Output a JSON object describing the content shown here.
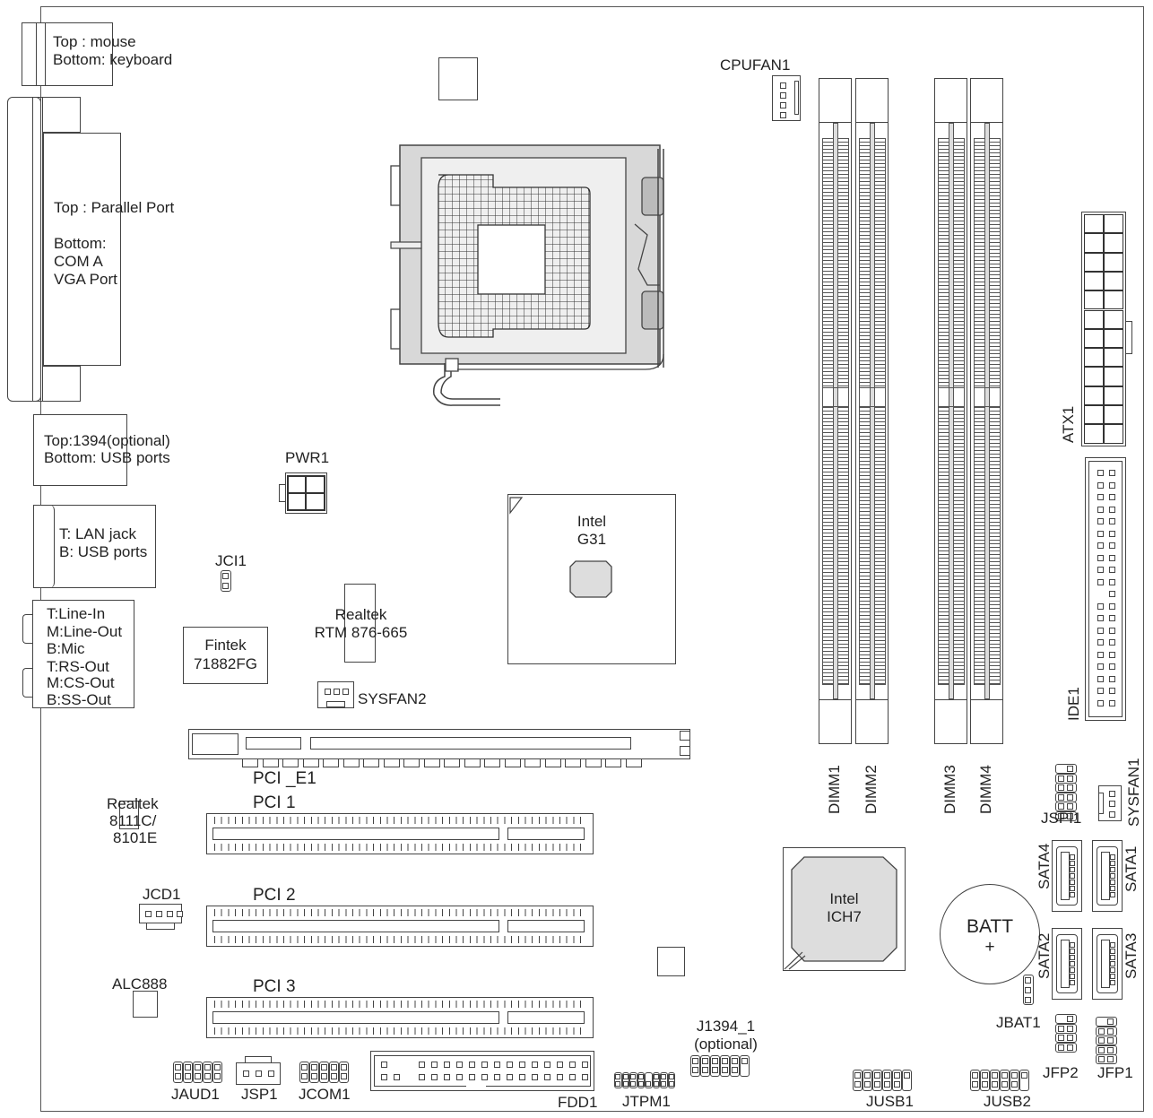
{
  "title": "Motherboard layout diagram",
  "rear_io": {
    "ps2": [
      "Top : mouse",
      "Bottom: keyboard"
    ],
    "parallel": [
      "Top : Parallel Port",
      "",
      "Bottom:",
      "COM A",
      "VGA Port"
    ],
    "ieee1394_usb": [
      "Top:1394(optional)",
      "Bottom: USB ports"
    ],
    "lan_usb": [
      "T:  LAN jack",
      "B: USB ports"
    ],
    "audio": [
      "T:Line-In",
      "M:Line-Out",
      "B:Mic",
      "T:RS-Out",
      "M:CS-Out",
      "B:SS-Out"
    ]
  },
  "components": {
    "cpufan": "CPUFAN1",
    "atx": "ATX1",
    "ide": "IDE1",
    "pwr": "PWR1",
    "jci": "JCI1",
    "fintek": [
      "Fintek",
      "71882FG"
    ],
    "realtek_rtm": [
      "Realtek",
      "RTM 876-665"
    ],
    "sysfan2": "SYSFAN2",
    "northbridge": [
      "Intel",
      "G31"
    ],
    "southbridge": [
      "Intel",
      "ICH7"
    ],
    "dimms": [
      "DIMM1",
      "DIMM2",
      "DIMM3",
      "DIMM4"
    ],
    "jspi": "JSPI1",
    "sysfan1": "SYSFAN1",
    "sata": [
      "SATA4",
      "SATA1",
      "SATA2",
      "SATA3"
    ],
    "batt": [
      "BATT",
      "+"
    ],
    "jbat": "JBAT1",
    "jfp2": "JFP2",
    "jfp1": "JFP1",
    "pcie": "PCI _E1",
    "pci": [
      "PCI 1",
      "PCI 2",
      "PCI 3"
    ],
    "realtek_lan": [
      "Realtek",
      "8111C/",
      "8101E"
    ],
    "jcd": "JCD1",
    "alc": "ALC888",
    "jaud": "JAUD1",
    "jsp": "JSP1",
    "jcom": "JCOM1",
    "fdd": "FDD1",
    "jtpm": "JTPM1",
    "j1394": [
      "J1394_1",
      "(optional)"
    ],
    "jusb1": "JUSB1",
    "jusb2": "JUSB2"
  }
}
